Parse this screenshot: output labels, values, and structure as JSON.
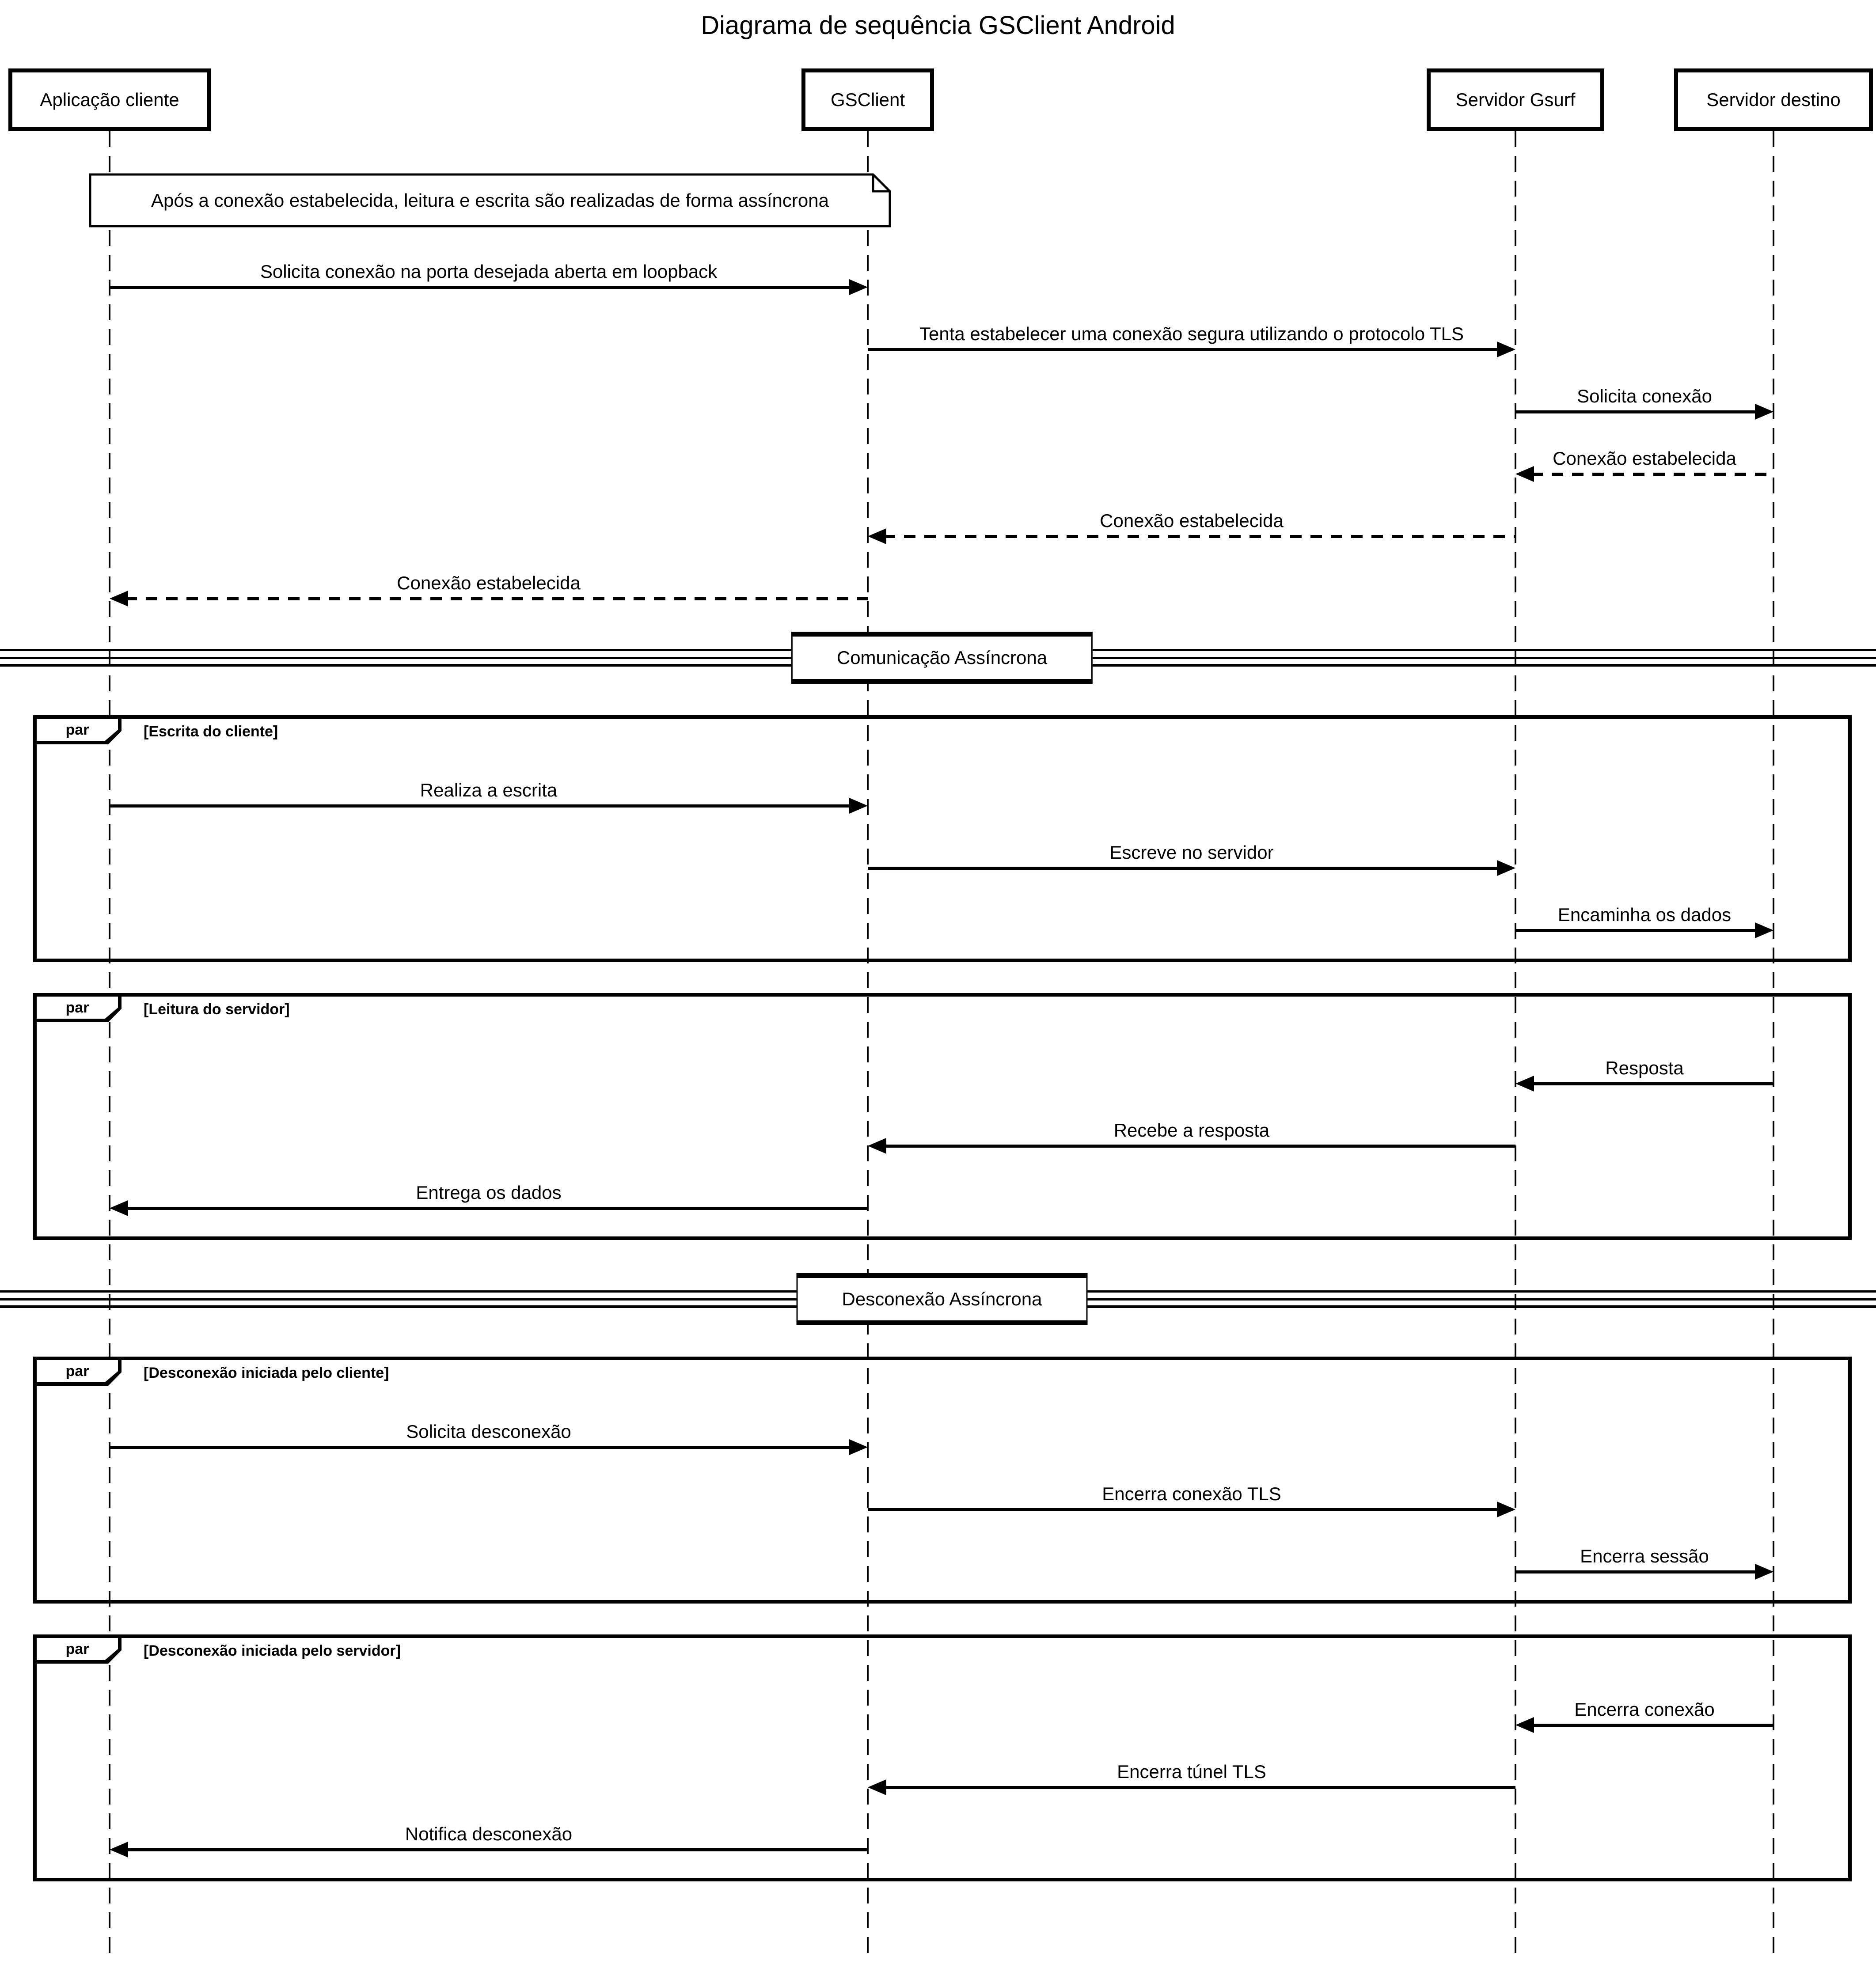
{
  "title": "Diagrama de sequência GSClient Android",
  "participants": [
    {
      "name": "Aplicação cliente"
    },
    {
      "name": "GSClient"
    },
    {
      "name": "Servidor Gsurf"
    },
    {
      "name": "Servidor destino"
    }
  ],
  "note": {
    "text": "Após a conexão estabelecida, leitura e escrita são realizadas de forma assíncrona"
  },
  "flow": [
    {
      "type": "message",
      "from": 0,
      "to": 1,
      "line": "solid",
      "label": "Solicita conexão na porta desejada aberta em loopback"
    },
    {
      "type": "message",
      "from": 1,
      "to": 2,
      "line": "solid",
      "label": "Tenta estabelecer uma conexão segura utilizando o protocolo TLS"
    },
    {
      "type": "message",
      "from": 2,
      "to": 3,
      "line": "solid",
      "label": "Solicita conexão"
    },
    {
      "type": "message",
      "from": 3,
      "to": 2,
      "line": "dashed",
      "label": "Conexão estabelecida"
    },
    {
      "type": "message",
      "from": 2,
      "to": 1,
      "line": "dashed",
      "label": "Conexão estabelecida"
    },
    {
      "type": "message",
      "from": 1,
      "to": 0,
      "line": "dashed",
      "label": "Conexão estabelecida"
    },
    {
      "type": "divider",
      "label": "Comunicação Assíncrona"
    },
    {
      "type": "frame",
      "operator": "par",
      "condition": "[Escrita do cliente]",
      "messages": [
        {
          "from": 0,
          "to": 1,
          "line": "solid",
          "label": "Realiza a escrita"
        },
        {
          "from": 1,
          "to": 2,
          "line": "solid",
          "label": "Escreve no servidor"
        },
        {
          "from": 2,
          "to": 3,
          "line": "solid",
          "label": "Encaminha os dados"
        }
      ]
    },
    {
      "type": "frame",
      "operator": "par",
      "condition": "[Leitura do servidor]",
      "messages": [
        {
          "from": 3,
          "to": 2,
          "line": "solid",
          "label": "Resposta"
        },
        {
          "from": 2,
          "to": 1,
          "line": "solid",
          "label": "Recebe a resposta"
        },
        {
          "from": 1,
          "to": 0,
          "line": "solid",
          "label": "Entrega os dados"
        }
      ]
    },
    {
      "type": "divider",
      "label": "Desconexão Assíncrona"
    },
    {
      "type": "frame",
      "operator": "par",
      "condition": "[Desconexão iniciada pelo cliente]",
      "messages": [
        {
          "from": 0,
          "to": 1,
          "line": "solid",
          "label": "Solicita desconexão"
        },
        {
          "from": 1,
          "to": 2,
          "line": "solid",
          "label": "Encerra conexão TLS"
        },
        {
          "from": 2,
          "to": 3,
          "line": "solid",
          "label": "Encerra sessão"
        }
      ]
    },
    {
      "type": "frame",
      "operator": "par",
      "condition": "[Desconexão iniciada pelo servidor]",
      "messages": [
        {
          "from": 3,
          "to": 2,
          "line": "solid",
          "label": "Encerra conexão"
        },
        {
          "from": 2,
          "to": 1,
          "line": "solid",
          "label": "Encerra túnel TLS"
        },
        {
          "from": 1,
          "to": 0,
          "line": "solid",
          "label": "Notifica desconexão"
        }
      ]
    }
  ],
  "colors": {
    "ink": "#000000",
    "background": "#ffffff"
  }
}
